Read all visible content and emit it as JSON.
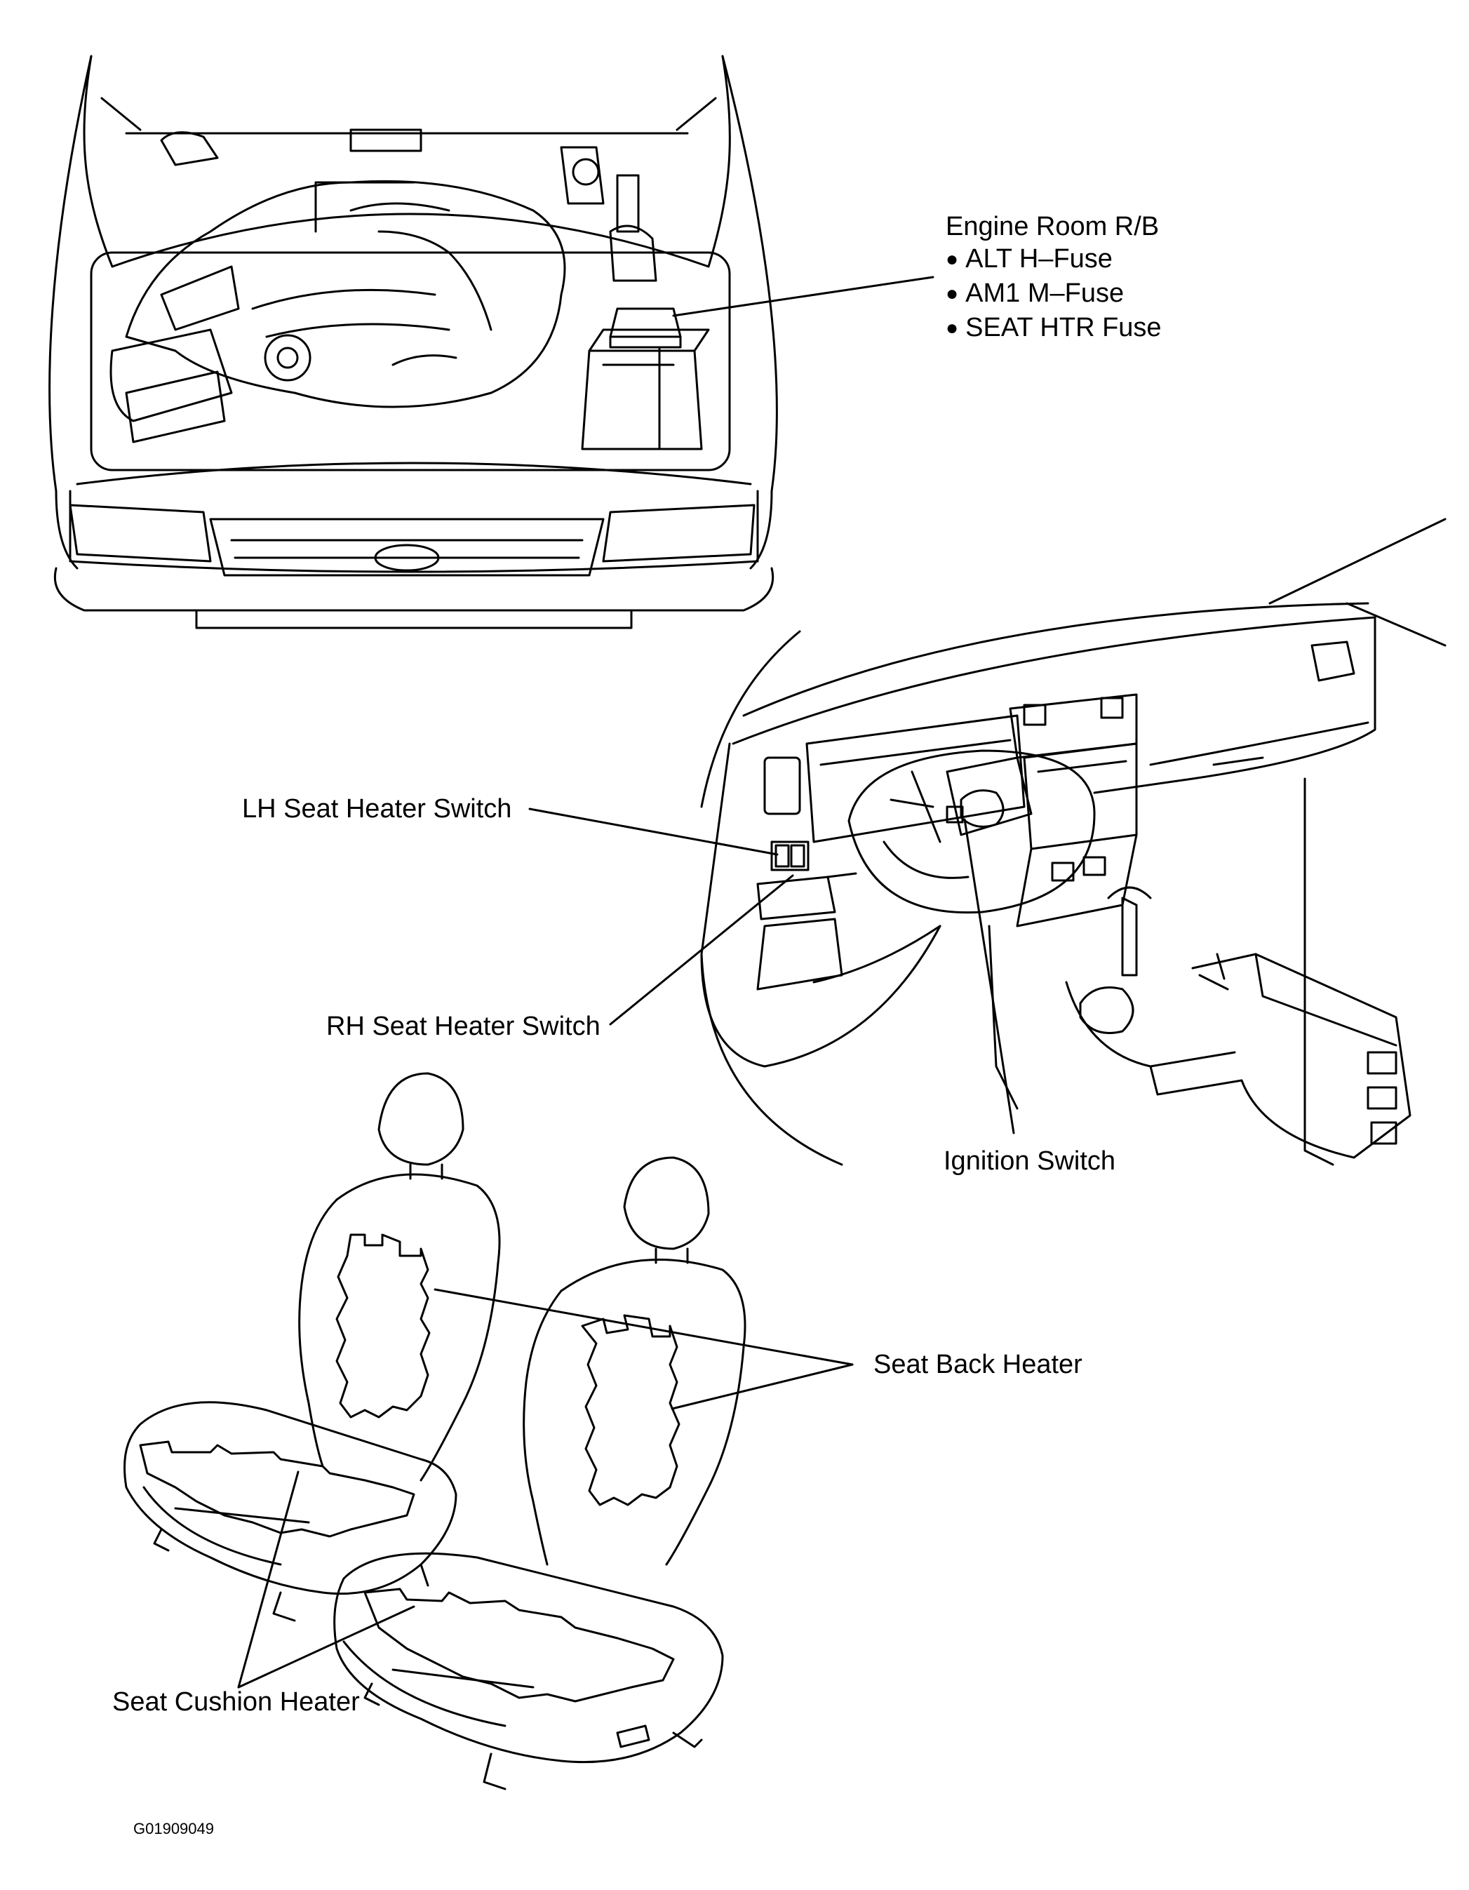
{
  "labels": {
    "engine_room_title": "Engine Room R/B",
    "engine_room_items": [
      "ALT H–Fuse",
      "AM1 M–Fuse",
      "SEAT HTR Fuse"
    ],
    "lh_switch": "LH Seat Heater Switch",
    "rh_switch": "RH Seat Heater Switch",
    "ignition_switch": "Ignition Switch",
    "seat_back_heater": "Seat Back Heater",
    "seat_cushion_heater": "Seat Cushion Heater",
    "figure_code": "G01909049"
  },
  "colors": {
    "ink": "#000000",
    "paper": "#ffffff"
  }
}
